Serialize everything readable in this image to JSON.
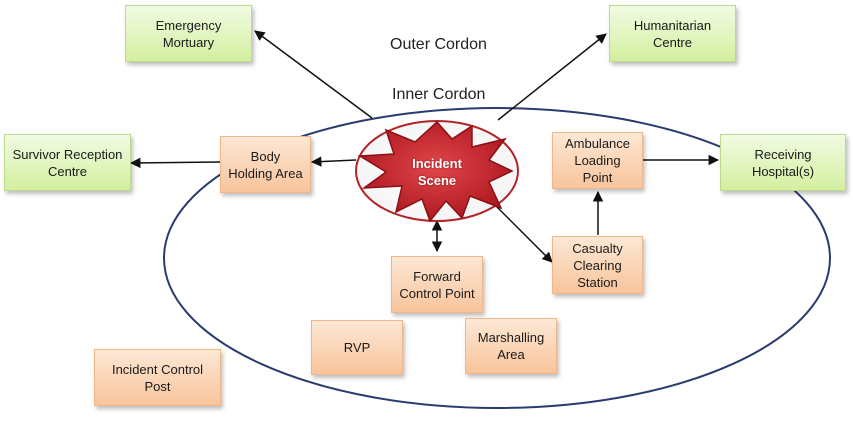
{
  "cordons": {
    "outer": "Outer Cordon",
    "inner": "Inner Cordon"
  },
  "incident": {
    "label": "Incident\nScene"
  },
  "boxes": {
    "emergency_mortuary": "Emergency\nMortuary",
    "humanitarian_centre": "Humanitarian\nCentre",
    "survivor_reception_centre": "Survivor Reception\nCentre",
    "receiving_hospitals": "Receiving\nHospital(s)",
    "body_holding_area": "Body\nHolding Area",
    "ambulance_loading_point": "Ambulance\nLoading\nPoint",
    "casualty_clearing_station": "Casualty\nClearing\nStation",
    "forward_control_point": "Forward\nControl Point",
    "rvp": "RVP",
    "marshalling_area": "Marshalling\nArea",
    "incident_control_post": "Incident Control\nPost"
  },
  "colors": {
    "external_box": "#d3ef9f",
    "internal_box": "#f8c49b",
    "incident_fill": "#c0252b",
    "incident_ellipse_stroke": "#b3242a",
    "cordon_stroke": "#2a3b6e"
  }
}
